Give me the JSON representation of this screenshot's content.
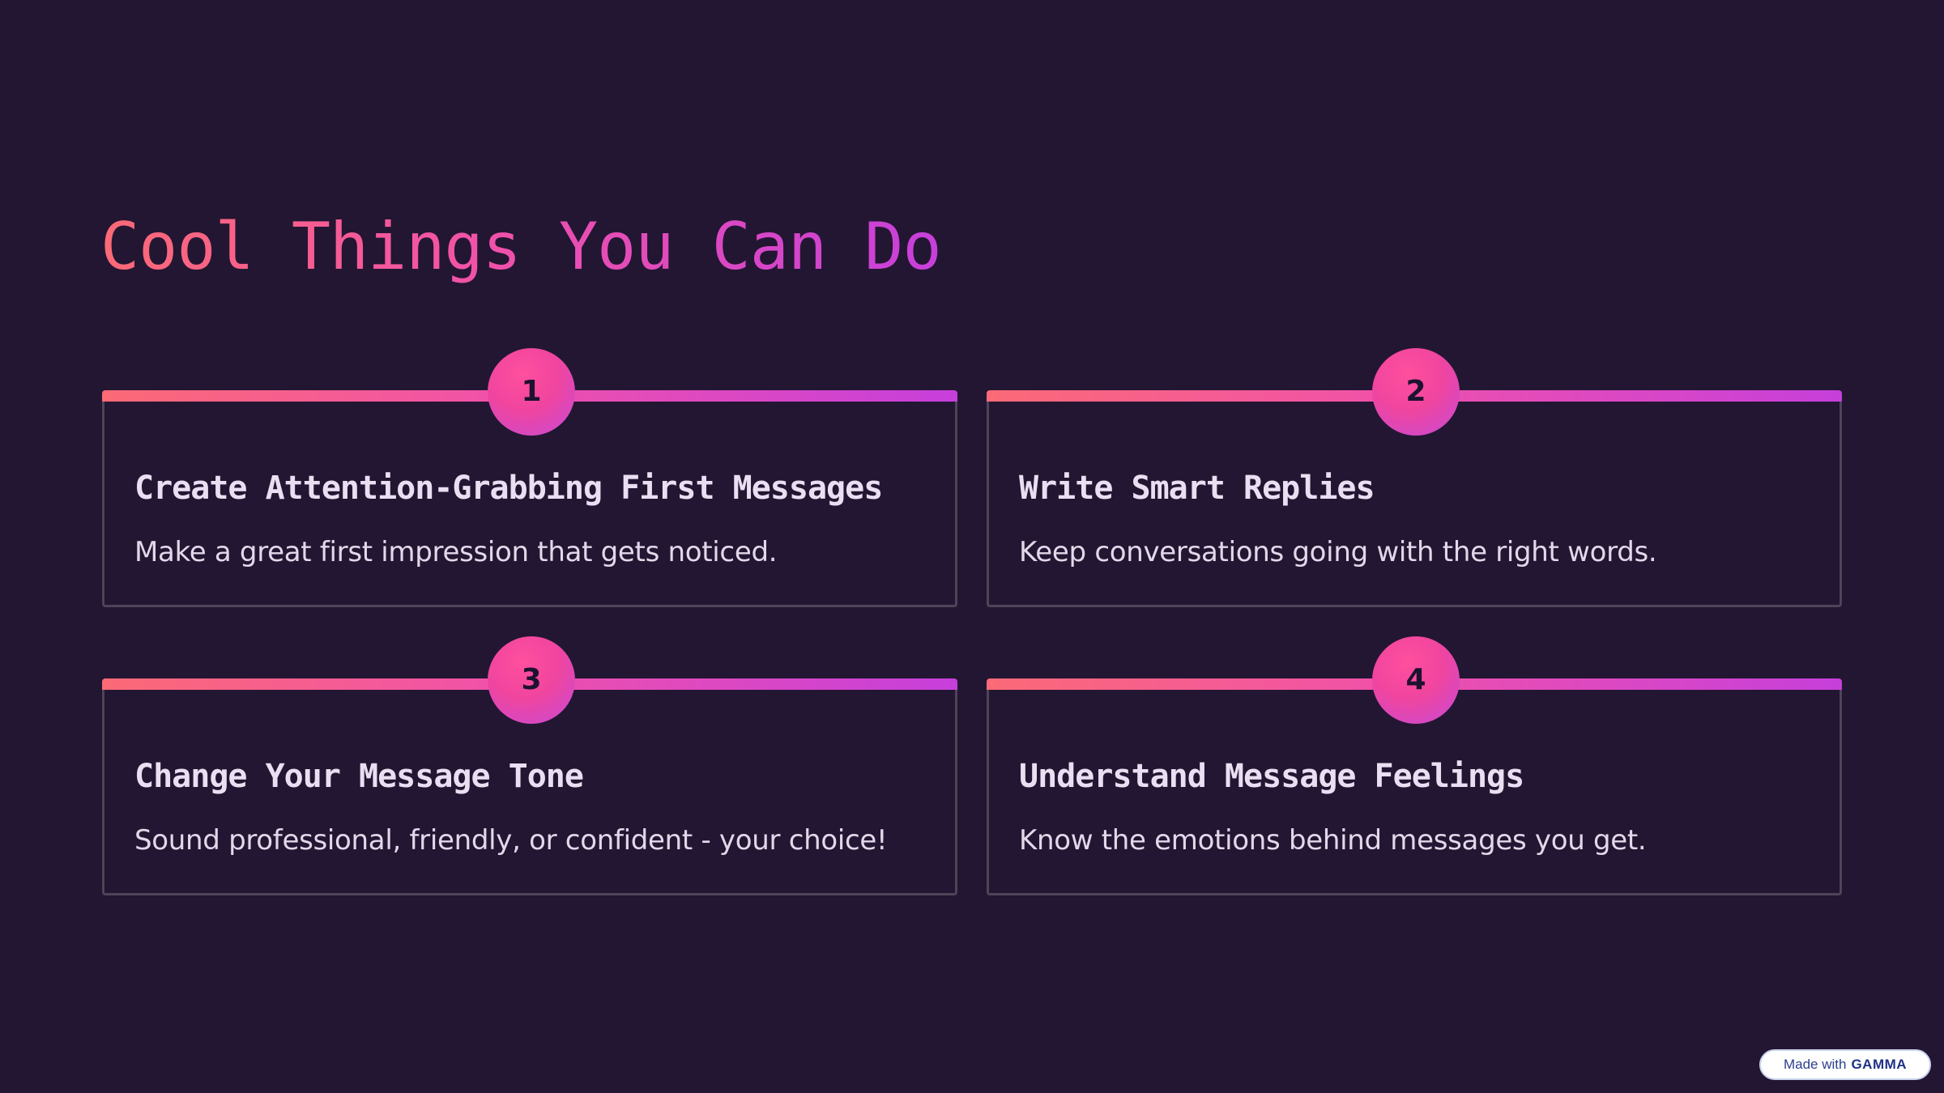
{
  "title": "Cool Things You Can Do",
  "colors": {
    "background": "#231632",
    "gradient_start": "#fb6a76",
    "gradient_mid": "#f152a8",
    "gradient_end": "#c63fdb",
    "card_border": "#4d4458",
    "text": "#e2d8ea"
  },
  "cards": [
    {
      "number": "1",
      "title": "Create Attention-Grabbing First Messages",
      "description": "Make a great first impression that gets noticed."
    },
    {
      "number": "2",
      "title": "Write Smart Replies",
      "description": "Keep conversations going with the right words."
    },
    {
      "number": "3",
      "title": "Change Your Message Tone",
      "description": "Sound professional, friendly, or confident - your choice!"
    },
    {
      "number": "4",
      "title": "Understand Message Feelings",
      "description": "Know the emotions behind messages you get."
    }
  ],
  "badge": {
    "prefix": "Made with",
    "brand": "GAMMA"
  }
}
